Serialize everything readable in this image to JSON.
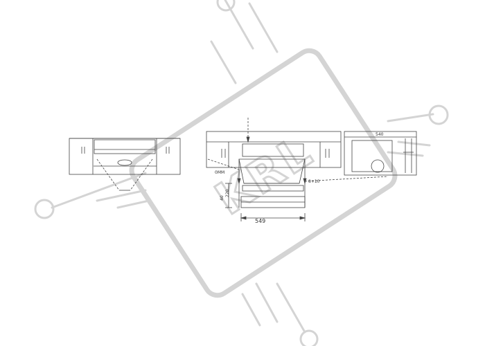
{
  "drawing": {
    "dimension_width": "549",
    "dimension_height_left": "40",
    "dimension_height_left_2": "220",
    "dimension_side": "8+10",
    "dimension_top_right": "540",
    "label_left": "0MM"
  },
  "watermark": {
    "text": "KRL",
    "color": "#d4d4d4"
  },
  "colors": {
    "line": "#444444",
    "watermark": "#d4d4d4"
  }
}
